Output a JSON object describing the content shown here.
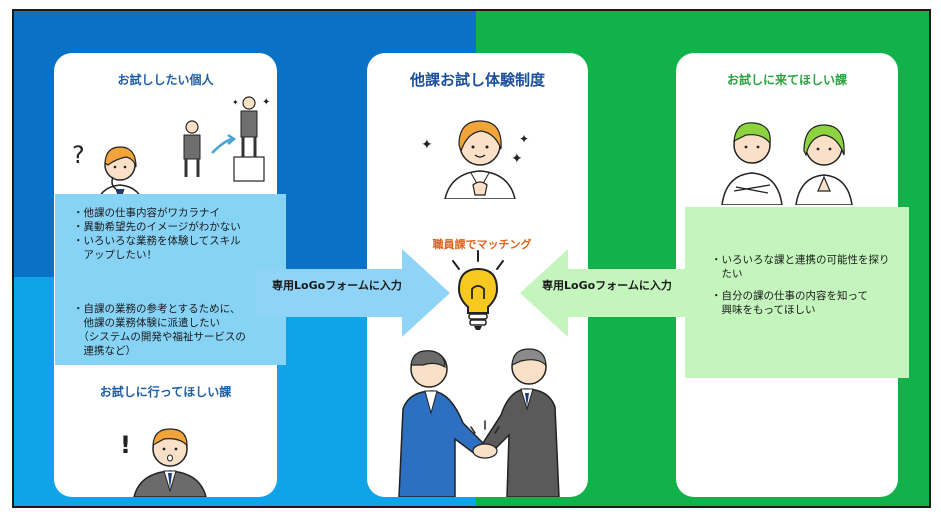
{
  "left": {
    "title": "お試ししたい個人",
    "items": [
      "・他課の仕事内容がワカラナイ",
      "・異動希望先のイメージがわかない",
      "・いろいろな業務を体験してスキル",
      "　アップしたい！"
    ],
    "items2": [
      "・自課の業務の参考とするために、",
      "　他課の業務体験に派遣したい",
      "　（システムの開発や福祉サービスの",
      "　連携など）"
    ],
    "bottom_title": "お試しに行ってほしい課"
  },
  "center": {
    "title": "他課お試し体験制度",
    "matching": "職員課でマッチング"
  },
  "right": {
    "title": "お試しに来てほしい課",
    "items": [
      "・いろいろな課と連携の可能性を探り",
      "　たい",
      "・自分の課の仕事の内容を知って",
      "　興味をもってほしい"
    ]
  },
  "arrows": {
    "left_label": "専用LoGoフォームに入力",
    "right_label": "専用LoGoフォームに入力"
  },
  "colors": {
    "dark_blue": "#0a72c6",
    "light_blue": "#11a3e8",
    "green": "#12b24a",
    "panel_blue": "#87d3f6",
    "panel_green": "#c4f5bc",
    "accent_orange": "#e0621b"
  }
}
